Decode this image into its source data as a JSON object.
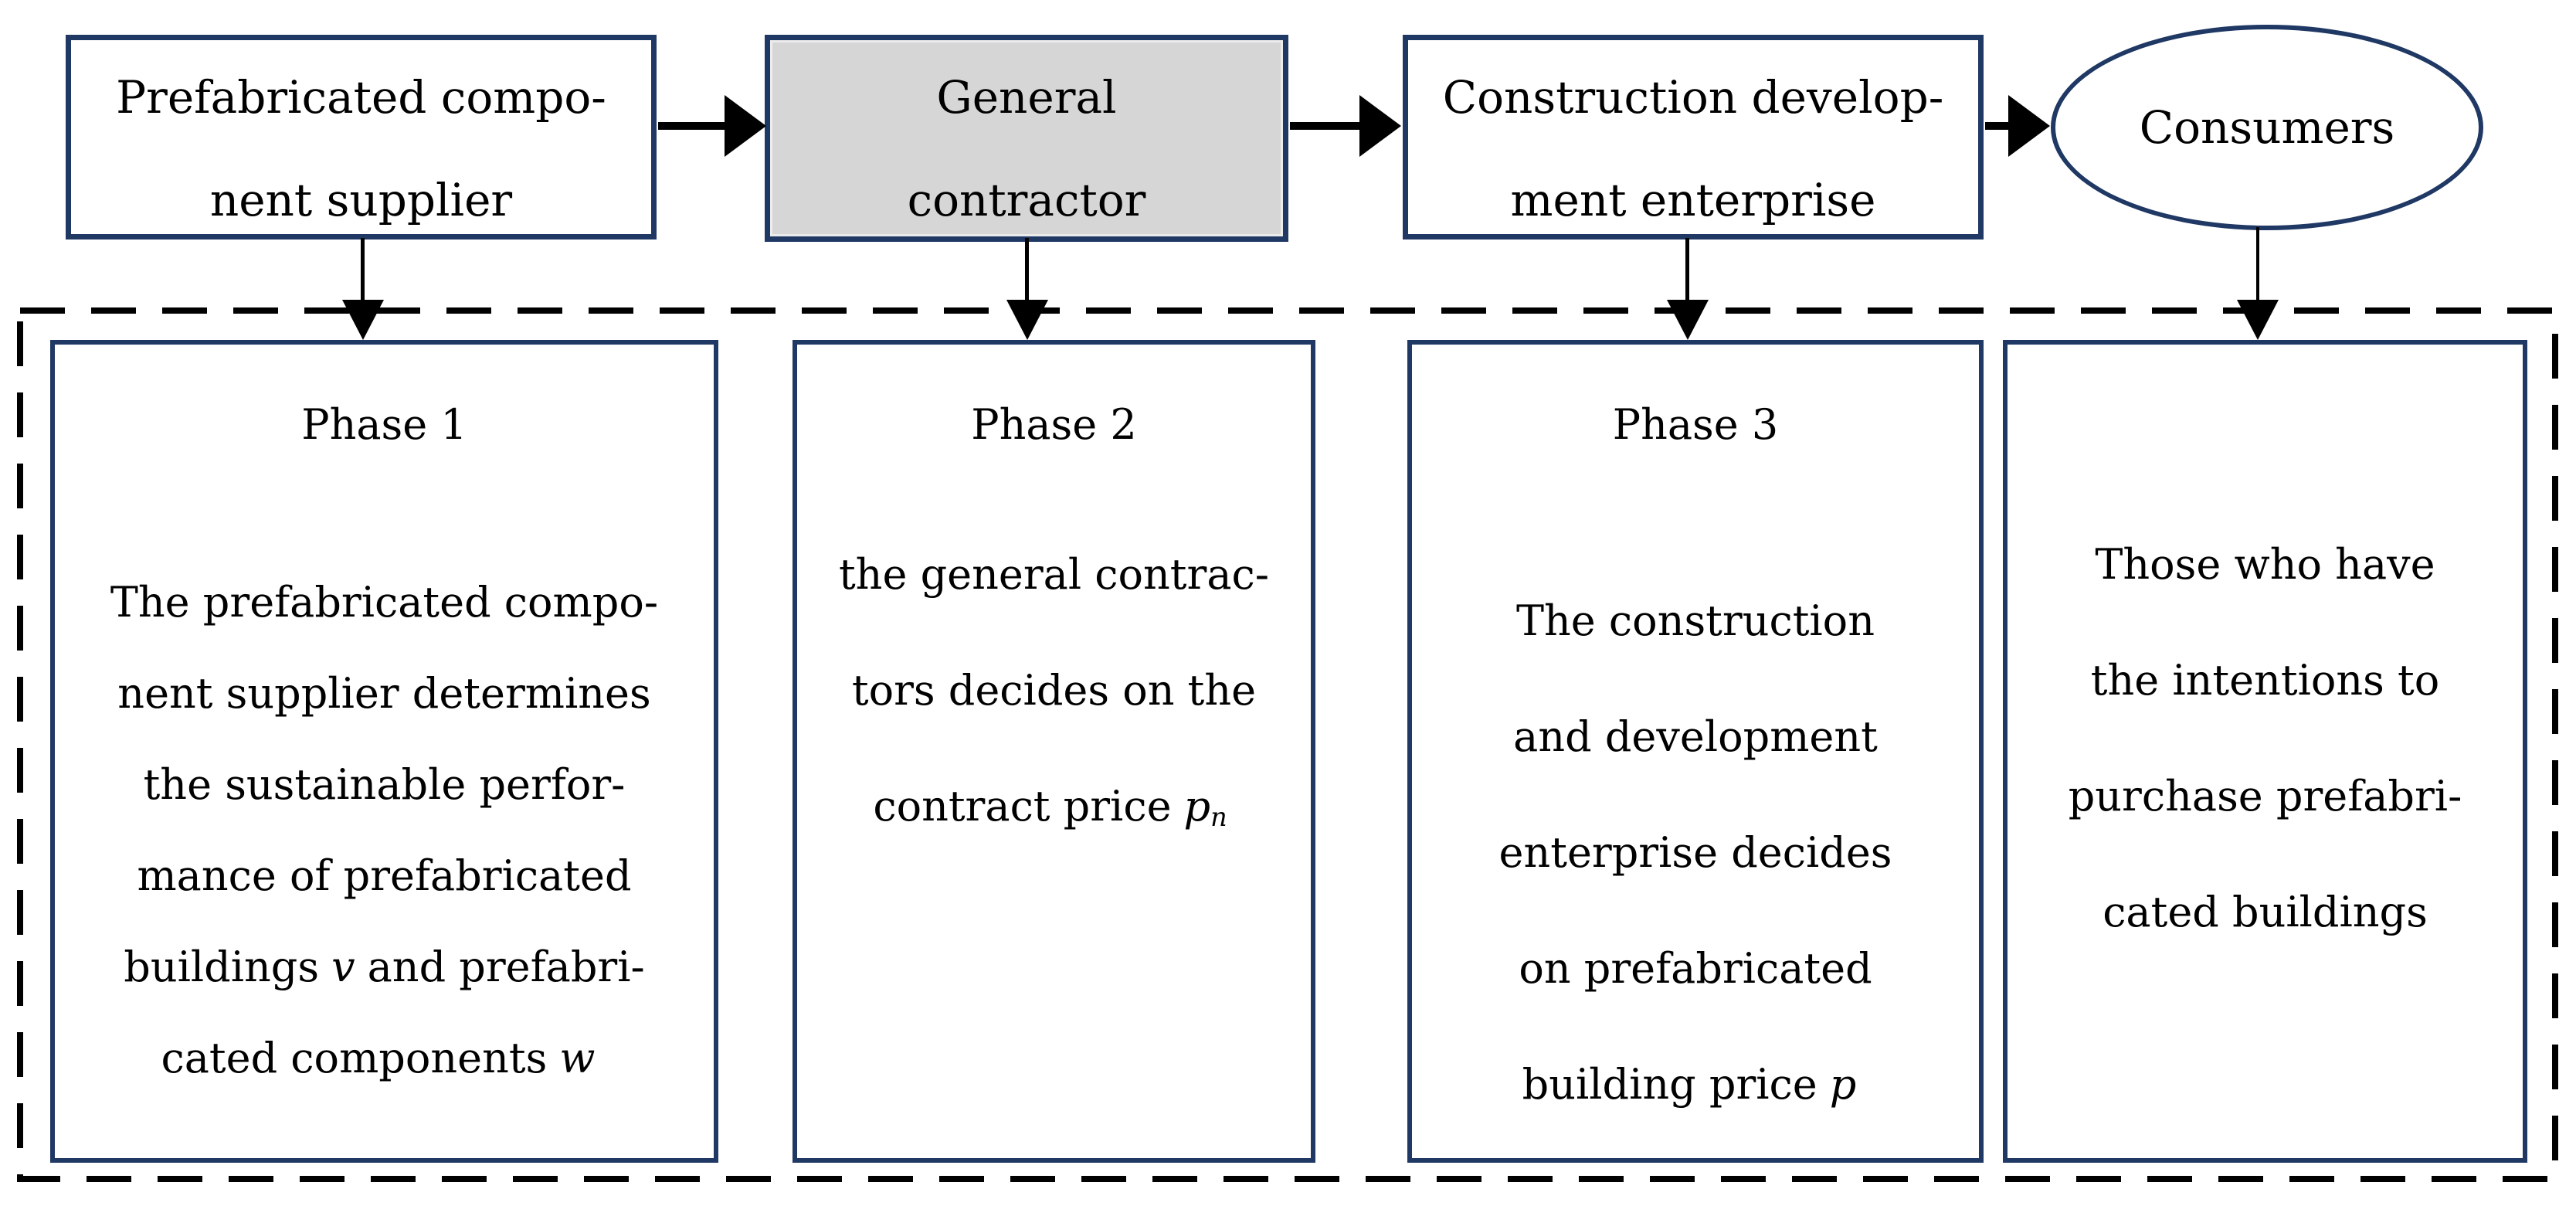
{
  "colors": {
    "border_navy": "#1f3864",
    "box_gray_fill": "#d6d6d6",
    "line_black": "#000000",
    "background": "#ffffff"
  },
  "top_row": {
    "supplier_box": {
      "line1": "Prefabricated compo-",
      "line2": "nent supplier"
    },
    "contractor_box": {
      "line1": "General",
      "line2": "contractor"
    },
    "developer_box": {
      "line1": "Construction develop-",
      "line2": "ment enterprise"
    },
    "consumers_ellipse": {
      "label": "Consumers"
    }
  },
  "phases": {
    "phase1": {
      "title": "Phase 1",
      "line1": "The prefabricated compo-",
      "line2": "nent supplier determines",
      "line3": "the sustainable perfor-",
      "line4": "mance of prefabricated",
      "line5_pre": "buildings",
      "line5_var": "v",
      "line5_post": "and prefabri-",
      "line6_pre": "cated components",
      "line6_var": "w"
    },
    "phase2": {
      "title": "Phase 2",
      "line1": "the general contrac-",
      "line2": "tors decides on the",
      "line3_pre": "contract price",
      "line3_var": "p",
      "line3_sub": "n"
    },
    "phase3": {
      "title": "Phase 3",
      "line1": "The construction",
      "line2": "and development",
      "line3": "enterprise decides",
      "line4": "on prefabricated",
      "line5_pre": "building price",
      "line5_var": "p"
    },
    "phase4": {
      "line1": "Those who have",
      "line2": "the intentions to",
      "line3": "purchase prefabri-",
      "line4": "cated buildings"
    }
  }
}
